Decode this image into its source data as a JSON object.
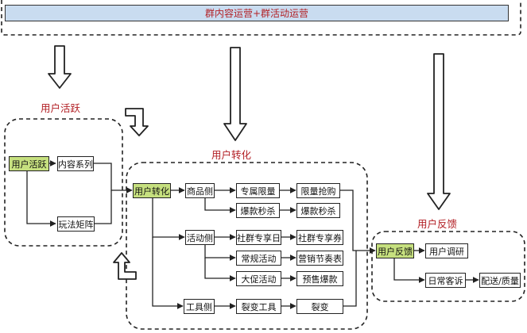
{
  "banner": {
    "title": "群内容运营+群活动运营"
  },
  "sections": {
    "activity": "用户活跃",
    "conversion": "用户转化",
    "feedback": "用户反馈"
  },
  "nodes": {
    "activity_root": "用户活跃",
    "content_series": "内容系列",
    "gameplay_matrix": "玩法矩阵",
    "conversion_root": "用户转化",
    "product_side": "商品侧",
    "exclusive_limit": "专属限量",
    "limited_rush": "限量抢购",
    "hot_flash_sale": "爆款秒杀",
    "hot_flash_sale_result": "爆款秒杀",
    "event_side": "活动侧",
    "community_day": "社群专享日",
    "community_coupon": "社群专享券",
    "regular_event": "常规活动",
    "marketing_rhythm": "营销节奏表",
    "big_promo": "大促活动",
    "presale_hot": "预售爆款",
    "tool_side": "工具侧",
    "fission_tool": "裂变工具",
    "fission": "裂变",
    "feedback_root": "用户反馈",
    "user_research": "用户调研",
    "daily_complaint": "日常客诉",
    "delivery_quality": "配送/质量"
  },
  "colors": {
    "accent_red": "#b21f24",
    "highlight_green": "#c6e07f",
    "banner_blue": "#c9dcf0"
  }
}
